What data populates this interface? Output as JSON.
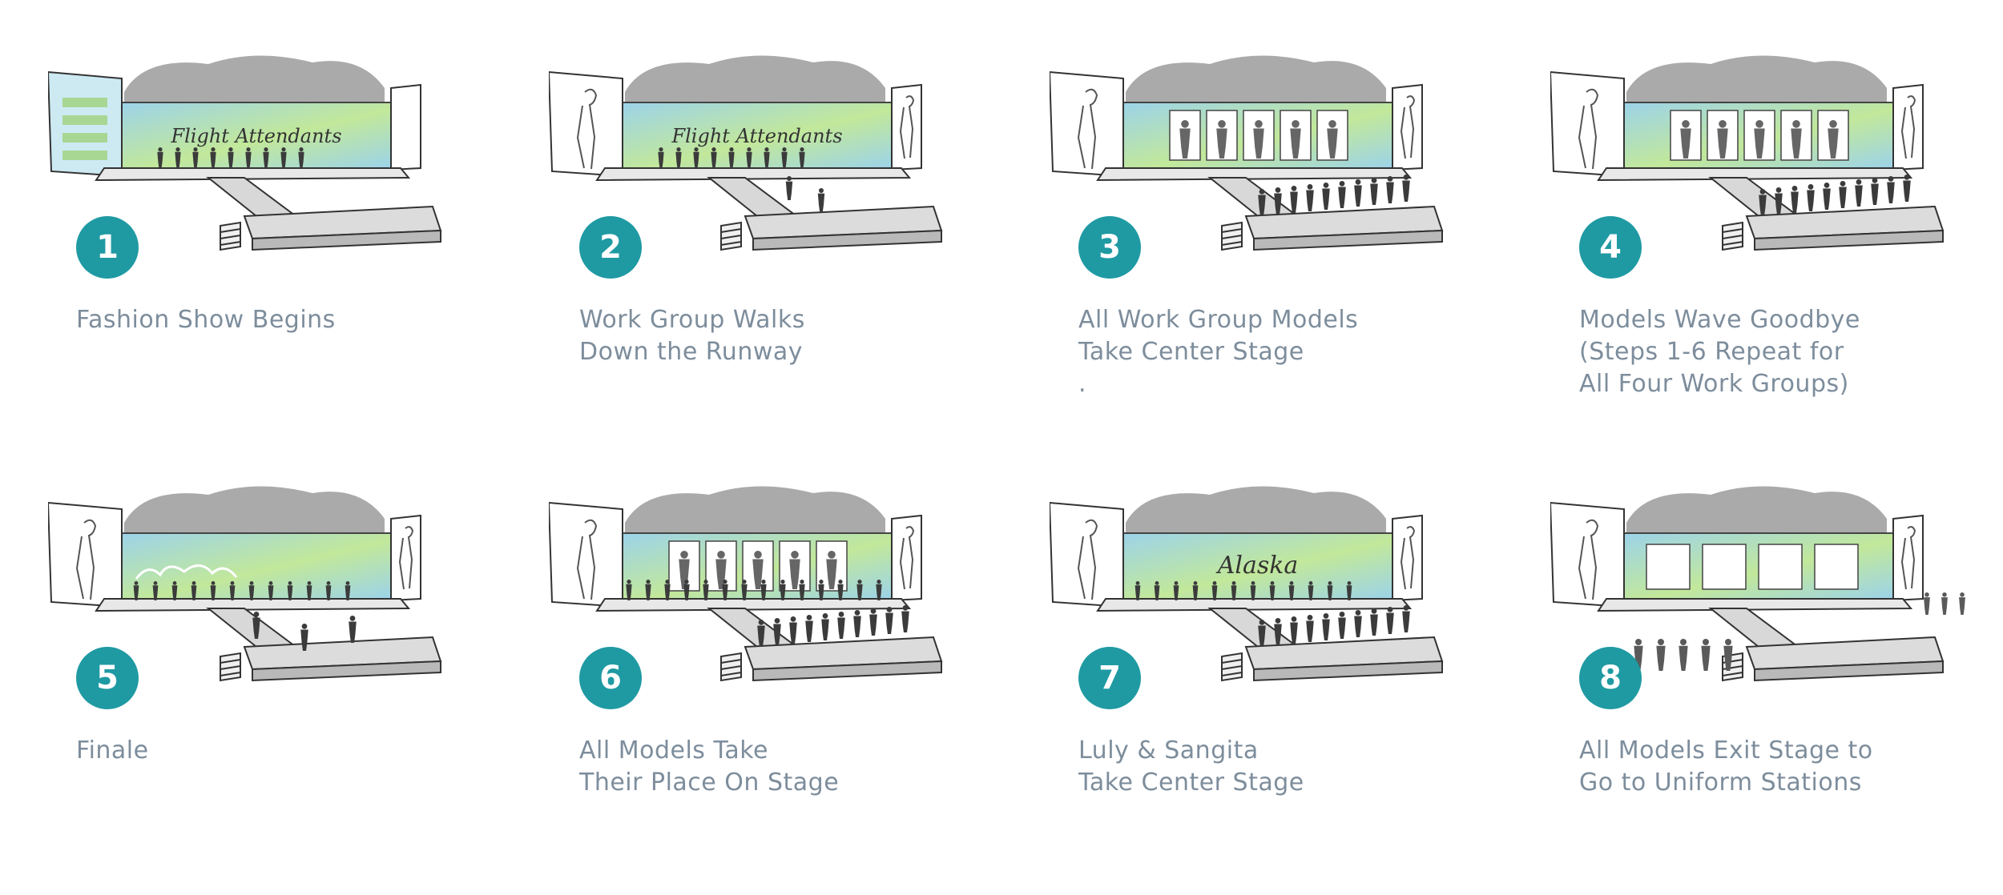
{
  "colors": {
    "badge": "#1f9aa3",
    "caption": "#7d8d9c",
    "sky_blue": "#9cd3ea",
    "sky_green": "#c2e89a"
  },
  "steps": [
    {
      "number": "1",
      "lines": [
        "Fashion Show Begins"
      ],
      "screen_text": "Flight Attendants",
      "variant": "opening"
    },
    {
      "number": "2",
      "lines": [
        "Work Group Walks",
        "Down the Runway"
      ],
      "screen_text": "Flight Attendants",
      "variant": "walk"
    },
    {
      "number": "3",
      "lines": [
        "All Work Group Models",
        "Take Center Stage",
        "."
      ],
      "screen_text": "",
      "variant": "center"
    },
    {
      "number": "4",
      "lines": [
        "Models Wave Goodbye",
        "(Steps 1-6 Repeat for",
        "All Four Work Groups)"
      ],
      "screen_text": "",
      "variant": "goodbye"
    },
    {
      "number": "5",
      "lines": [
        "Finale"
      ],
      "screen_text": "",
      "variant": "finale"
    },
    {
      "number": "6",
      "lines": [
        "All Models Take",
        "Their Place On Stage"
      ],
      "screen_text": "",
      "variant": "all"
    },
    {
      "number": "7",
      "lines": [
        "Luly & Sangita",
        "Take Center Stage"
      ],
      "screen_text": "Alaska",
      "variant": "alaska"
    },
    {
      "number": "8",
      "lines": [
        "All Models Exit Stage to",
        "Go to Uniform Stations"
      ],
      "screen_text": "",
      "variant": "exit"
    }
  ]
}
